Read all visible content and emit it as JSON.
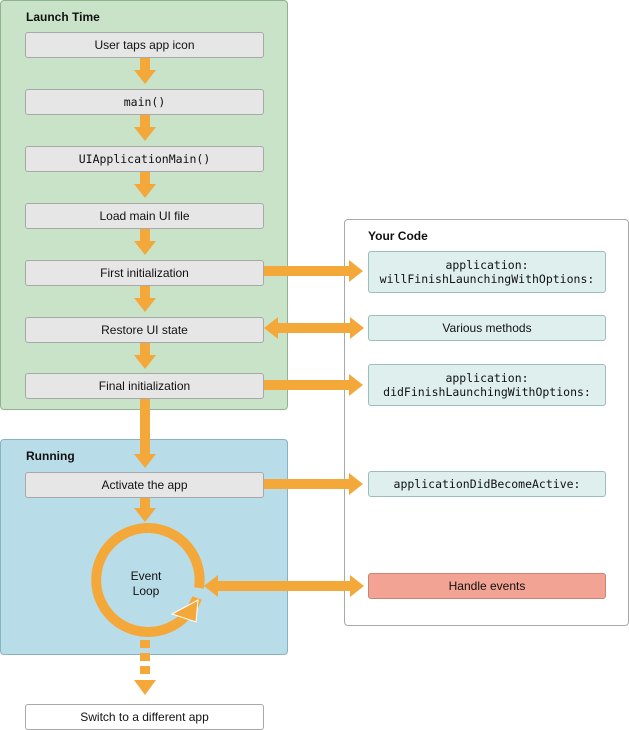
{
  "launch": {
    "title": "Launch Time",
    "steps": [
      "User taps app icon",
      "main()",
      "UIApplicationMain()",
      "Load main UI file",
      "First initialization",
      "Restore UI state",
      "Final initialization"
    ]
  },
  "running": {
    "title": "Running",
    "activate": "Activate the app",
    "event_loop_line1": "Event",
    "event_loop_line2": "Loop"
  },
  "your_code": {
    "title": "Your Code",
    "will_finish_1": "application:",
    "will_finish_2": "willFinishLaunchingWithOptions:",
    "various": "Various methods",
    "did_finish_1": "application:",
    "did_finish_2": "didFinishLaunchingWithOptions:",
    "did_become_active": "applicationDidBecomeActive:",
    "handle_events": "Handle events"
  },
  "switch_app": "Switch to a different app",
  "colors": {
    "arrow": "#f4a83a",
    "launch_bg": "#c9e3c8",
    "running_bg": "#b9dde8",
    "code_bg": "#dfefee",
    "handle_bg": "#f2a394"
  }
}
